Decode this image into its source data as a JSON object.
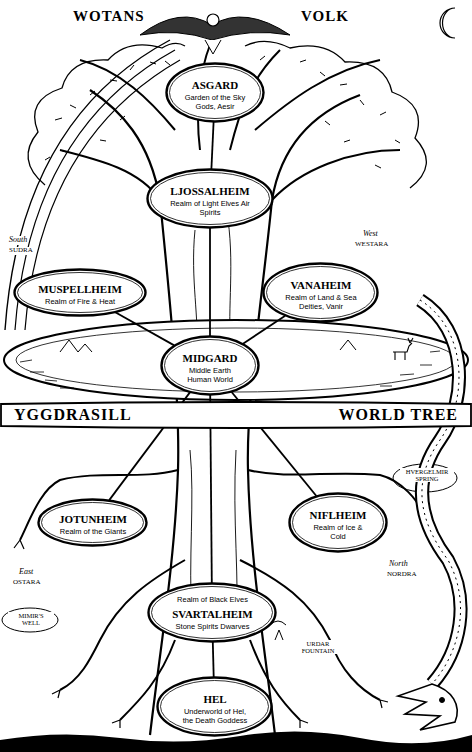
{
  "diagram": {
    "nodes": [
      {
        "text": [
          "ASGARD",
          "Garden of the Sky Gods, Aesir"
        ]
      },
      {
        "text": [
          "LJOSSALHEIM",
          "Realm of Light Elves Air Spirits"
        ]
      },
      {
        "text": [
          "MUSPELLHEIM",
          "Realm of Fire & Heat"
        ]
      },
      {
        "text": [
          "VANAHEIM",
          "Realm of Land & Sea Deities, Vanir"
        ]
      },
      {
        "text": [
          "MIDGARD",
          "Middle Earth Human World"
        ]
      },
      {
        "text": [
          "YGGDRASILL",
          "WORLD TREE"
        ]
      },
      {
        "text": [
          "JOTUNHEIM",
          "Realm of the Giants"
        ]
      },
      {
        "text": [
          "NIFLHEIM",
          "Realm of Ice & Cold"
        ]
      },
      {
        "text": [
          "Realm of Black Elves",
          "SVARTALHEIM",
          "Stone Spirits Dwarves"
        ]
      },
      {
        "text": [
          "HEL",
          "Underworld of Hel, the Death Goddess"
        ]
      }
    ],
    "edges": [
      {
        "from": 0,
        "to": 1,
        "arrow": "none"
      },
      {
        "from": 1,
        "to": 4,
        "arrow": "none"
      },
      {
        "from": 2,
        "to": 4,
        "arrow": "none"
      },
      {
        "from": 3,
        "to": 4,
        "arrow": "none"
      },
      {
        "from": 4,
        "to": 6,
        "arrow": "none"
      },
      {
        "from": 4,
        "to": 7,
        "arrow": "none"
      },
      {
        "from": 4,
        "to": 8,
        "arrow": "none"
      },
      {
        "from": 8,
        "to": 9,
        "arrow": "none"
      }
    ],
    "labels": [
      "WOTANS",
      "VOLK",
      "South",
      "SUDRA",
      "West",
      "WESTARA",
      "HVERGELMIR SPRING",
      "East",
      "OSTARA",
      "North",
      "NORDRA",
      "MIMIR'S WELL",
      "URDAR FOUNTAIN"
    ]
  }
}
